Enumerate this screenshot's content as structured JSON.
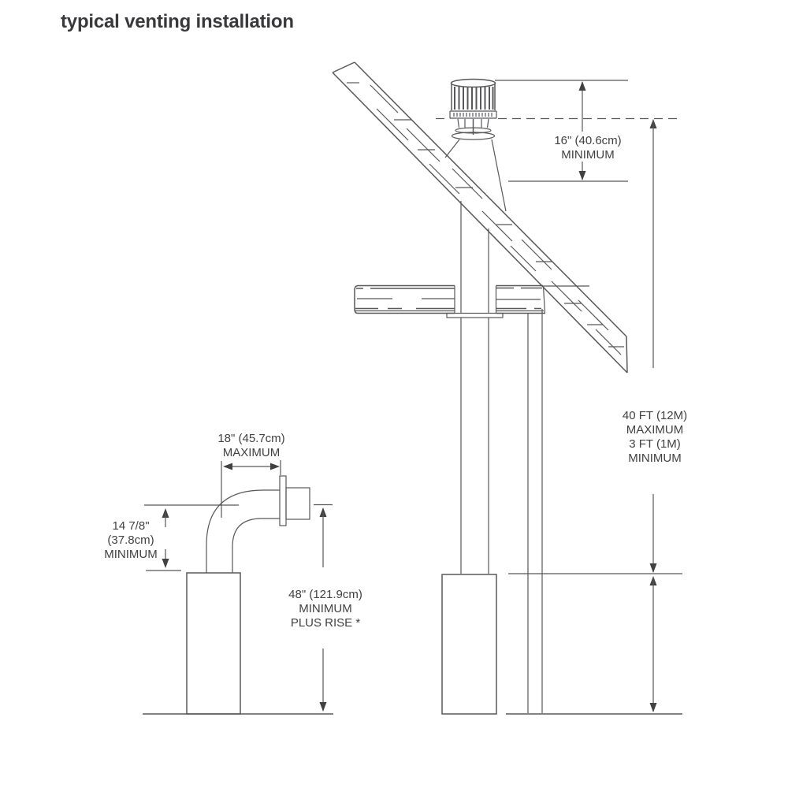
{
  "title": "typical venting installation",
  "colors": {
    "title": "#39393b",
    "text": "#414042",
    "line": "#58585b"
  },
  "dimensions": {
    "cap_height_above_roof": {
      "value": "16\" (40.6cm)",
      "qualifier": "MINIMUM"
    },
    "vent_length": {
      "max_value": "40 FT (12M)",
      "max_qualifier": "MAXIMUM",
      "min_value": "3 FT (1M)",
      "min_qualifier": "MINIMUM"
    },
    "horizontal_offset": {
      "value": "18\" (45.7cm)",
      "qualifier": "MAXIMUM"
    },
    "min_rise": {
      "value": "14 7/8\"",
      "value_metric": "(37.8cm)",
      "qualifier": "MINIMUM"
    },
    "termination_height": {
      "value": "48\" (121.9cm)",
      "qualifier": "MINIMUM",
      "note": "PLUS RISE *"
    }
  }
}
